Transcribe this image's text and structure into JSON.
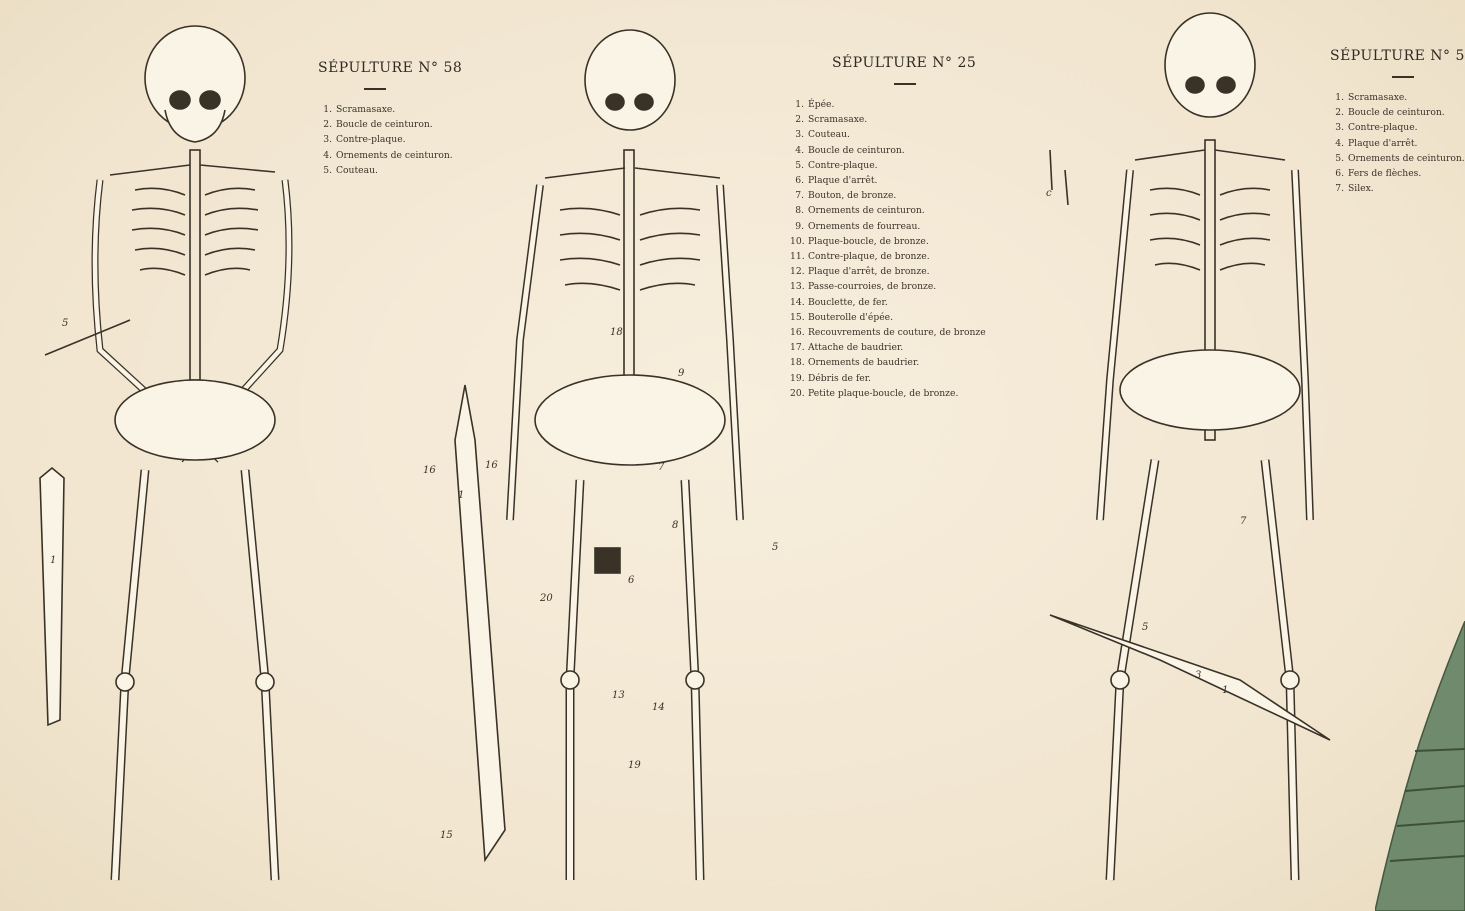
{
  "plates": [
    {
      "title": "SÉPULTURE N° 58",
      "items": [
        {
          "n": "1.",
          "text": "Scramasaxe."
        },
        {
          "n": "2.",
          "text": "Boucle de ceinturon."
        },
        {
          "n": "3.",
          "text": "Contre-plaque."
        },
        {
          "n": "4.",
          "text": "Ornements de ceinturon."
        },
        {
          "n": "5.",
          "text": "Couteau."
        }
      ]
    },
    {
      "title": "SÉPULTURE N° 25",
      "items": [
        {
          "n": "1.",
          "text": "Épée."
        },
        {
          "n": "2.",
          "text": "Scramasaxe."
        },
        {
          "n": "3.",
          "text": "Couteau."
        },
        {
          "n": "4.",
          "text": "Boucle de ceinturon."
        },
        {
          "n": "5.",
          "text": "Contre-plaque."
        },
        {
          "n": "6.",
          "text": "Plaque d'arrêt."
        },
        {
          "n": "7.",
          "text": "Bouton, de bronze."
        },
        {
          "n": "8.",
          "text": "Ornements de ceinturon."
        },
        {
          "n": "9.",
          "text": "Ornements de fourreau."
        },
        {
          "n": "10.",
          "text": "Plaque-boucle, de bronze."
        },
        {
          "n": "11.",
          "text": "Contre-plaque, de bronze."
        },
        {
          "n": "12.",
          "text": "Plaque d'arrêt, de bronze."
        },
        {
          "n": "13.",
          "text": "Passe-courroies, de bronze."
        },
        {
          "n": "14.",
          "text": "Bouclette, de fer."
        },
        {
          "n": "15.",
          "text": "Bouterolle d'épée."
        },
        {
          "n": "16.",
          "text": "Recouvrements de couture, de bronze"
        },
        {
          "n": "17.",
          "text": "Attache de baudrier."
        },
        {
          "n": "18.",
          "text": "Ornements de baudrier."
        },
        {
          "n": "19.",
          "text": "Débris de fer."
        },
        {
          "n": "20.",
          "text": "Petite plaque-boucle, de bronze."
        }
      ]
    },
    {
      "title": "SÉPULTURE N° 5",
      "items": [
        {
          "n": "1.",
          "text": "Scramasaxe."
        },
        {
          "n": "2.",
          "text": "Boucle de ceinturon."
        },
        {
          "n": "3.",
          "text": "Contre-plaque."
        },
        {
          "n": "4.",
          "text": "Plaque d'arrêt."
        },
        {
          "n": "5.",
          "text": "Ornements de ceinturon."
        },
        {
          "n": "6.",
          "text": "Fers de flèches."
        },
        {
          "n": "7.",
          "text": "Silex."
        }
      ]
    }
  ],
  "figure_labels": {
    "left_knife": "5",
    "left_sword": "1",
    "middle_sword": "1",
    "middle_16a": "16",
    "middle_16b": "16",
    "middle_15": "15",
    "middle_18": "18",
    "middle_9": "9",
    "middle_7": "7",
    "middle_6": "6",
    "middle_8": "8",
    "middle_5": "5",
    "middle_13": "13",
    "middle_14": "14",
    "middle_19": "19",
    "middle_20": "20",
    "right_c": "c",
    "right_7": "7",
    "right_1": "1",
    "right_5": "5",
    "right_3": "3"
  },
  "colors": {
    "paper": "#f4ead8",
    "ink": "#3a3226",
    "bone": "#faf4e6",
    "bronze_green": "#6f8a6c"
  }
}
